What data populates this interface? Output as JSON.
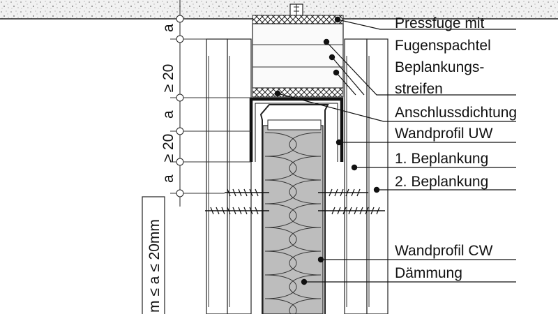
{
  "labels": {
    "pressfuge": "Pressfuge mit",
    "fugenspachtel": "Fugenspachtel",
    "beplankungs": "Beplankungs-",
    "streifen": "streifen",
    "anschlussdichtung": "Anschlussdichtung",
    "wandprofil_uw": "Wandprofil UW",
    "beplankung_1": "1. Beplankung",
    "beplankung_2": "2. Beplankung",
    "wandprofil_cw": "Wandprofil CW",
    "daemmung": "Dämmung"
  },
  "dimensions": {
    "a1": "a",
    "ge20_1": "≥ 20",
    "a2": "a",
    "ge20_2": "≥ 20",
    "a3": "a",
    "range_note": "m ≤ a ≤ 20mm"
  },
  "colors": {
    "insulation_fill": "#bdbdbd",
    "ceiling_fill": "#ececec",
    "board_fill": "#ffffff",
    "line": "#222222"
  }
}
